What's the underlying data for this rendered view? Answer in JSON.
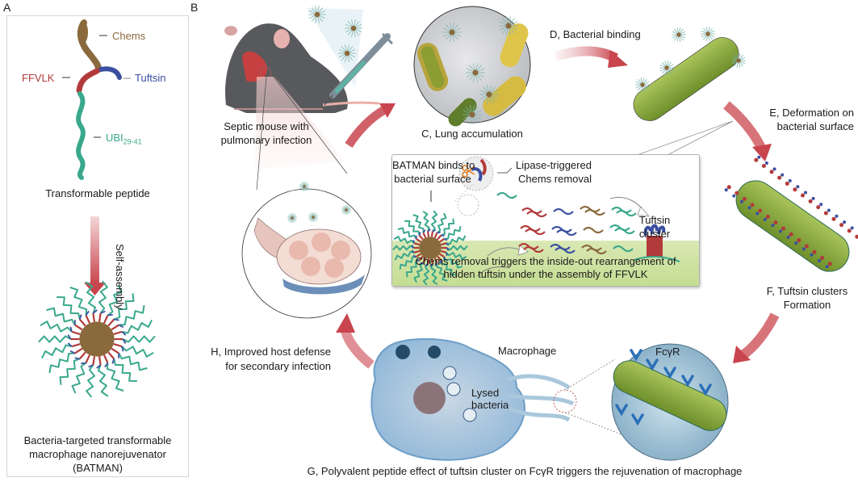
{
  "figure": {
    "panel_a": {
      "letter": "A",
      "peptide_parts": {
        "chems": {
          "label": "Chems",
          "color": "#8a6a3c"
        },
        "tuftsin": {
          "label": "Tuftsin",
          "color": "#3a4fa0"
        },
        "ffvlk": {
          "label": "FFVLK",
          "color": "#b23a3a"
        },
        "ubi": {
          "label": "UBI",
          "subscript": "29-41",
          "color": "#3aa88c"
        }
      },
      "peptide_caption": "Transformable peptide",
      "arrow_label": "Self-assembly",
      "nanoparticle_caption": [
        "Bacteria-targeted transformable",
        "macrophage nanorejuvenator",
        "(BATMAN)"
      ]
    },
    "panel_b": {
      "letter": "B",
      "mouse_caption": [
        "Septic mouse with",
        "pulmonary infection"
      ],
      "steps": {
        "c": "C, Lung accumulation",
        "d": "D, Bacterial binding",
        "e": [
          "E, Deformation on",
          "bacterial surface"
        ],
        "f": [
          "F, Tuftsin clusters",
          "Formation"
        ],
        "g": "G, Polyvalent peptide effect of tuftsin cluster on FcγR triggers the rejuvenation of macrophage",
        "h": [
          "H, Improved host defense",
          "for secondary infection"
        ]
      },
      "callout": {
        "binds_label": [
          "BATMAN binds to",
          "bacterial surface"
        ],
        "lipase_label": [
          "Lipase-triggered",
          "Chems removal"
        ],
        "cluster_label": [
          "Tuftsin",
          "cluster"
        ],
        "caption": [
          "Chems removal triggers the inside-out rearrangement of",
          "hidden tuftsin under the assembly of FFVLK"
        ]
      },
      "macrophage_label": "Macrophage",
      "lysed_label": [
        "Lysed",
        "bacteria"
      ],
      "receptor_label": "FcγR"
    },
    "colors": {
      "arrow": "#c9454e",
      "bacteria_green": "#7fa23a",
      "macrophage_blue": "#9cc3e0"
    }
  }
}
